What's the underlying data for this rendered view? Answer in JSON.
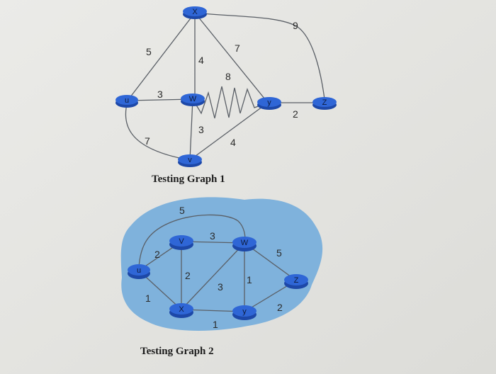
{
  "graph1": {
    "caption": "Testing Graph 1",
    "nodes": [
      {
        "id": "x",
        "label": "X"
      },
      {
        "id": "u",
        "label": "u"
      },
      {
        "id": "w",
        "label": "W"
      },
      {
        "id": "y",
        "label": "y"
      },
      {
        "id": "z",
        "label": "Z"
      },
      {
        "id": "v",
        "label": "v"
      }
    ],
    "edges": [
      {
        "from": "x",
        "to": "u",
        "weight": "5"
      },
      {
        "from": "x",
        "to": "w",
        "weight": "4"
      },
      {
        "from": "x",
        "to": "y",
        "weight": "7"
      },
      {
        "from": "x",
        "to": "z",
        "weight": "9"
      },
      {
        "from": "u",
        "to": "w",
        "weight": "3"
      },
      {
        "from": "u",
        "to": "v",
        "weight": "7"
      },
      {
        "from": "w",
        "to": "y",
        "weight": "8"
      },
      {
        "from": "w",
        "to": "v",
        "weight": "3"
      },
      {
        "from": "v",
        "to": "y",
        "weight": "4"
      },
      {
        "from": "y",
        "to": "z",
        "weight": "2"
      }
    ]
  },
  "graph2": {
    "caption": "Testing Graph 2",
    "nodes": [
      {
        "id": "u",
        "label": "u"
      },
      {
        "id": "v",
        "label": "V"
      },
      {
        "id": "w",
        "label": "W"
      },
      {
        "id": "x",
        "label": "X"
      },
      {
        "id": "y",
        "label": "y"
      },
      {
        "id": "z",
        "label": "Z"
      }
    ],
    "edges": [
      {
        "from": "u",
        "to": "w",
        "weight": "5"
      },
      {
        "from": "u",
        "to": "v",
        "weight": "2"
      },
      {
        "from": "u",
        "to": "x",
        "weight": "1"
      },
      {
        "from": "v",
        "to": "w",
        "weight": "3"
      },
      {
        "from": "v",
        "to": "x",
        "weight": "2"
      },
      {
        "from": "w",
        "to": "x",
        "weight": "3"
      },
      {
        "from": "w",
        "to": "y",
        "weight": "1"
      },
      {
        "from": "w",
        "to": "z",
        "weight": "5"
      },
      {
        "from": "x",
        "to": "y",
        "weight": "1"
      },
      {
        "from": "y",
        "to": "z",
        "weight": "2"
      }
    ]
  },
  "colors": {
    "node": "#2f66d6",
    "node_dark": "#1d48a8",
    "cloud": "#7fb2dc",
    "edge": "#5a5f66",
    "background": "#e6e7e4"
  }
}
